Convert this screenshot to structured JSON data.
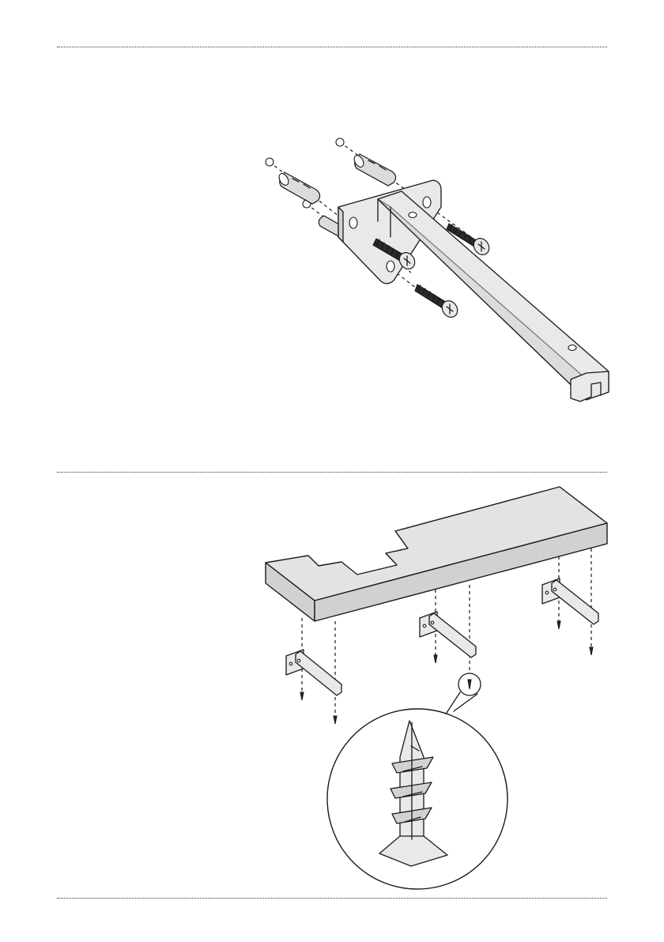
{
  "figure": {
    "step_one": {
      "parts": [
        "wall-plug",
        "wall-plug",
        "wall-plug",
        "screw",
        "screw",
        "screw",
        "shelf-bracket"
      ]
    },
    "step_two": {
      "parts": [
        "shelf-board",
        "shelf-bracket",
        "shelf-bracket",
        "shelf-bracket",
        "screw-detail-magnifier"
      ]
    }
  },
  "colors": {
    "ink": "#1a1a1a",
    "metal": "#e9e9e9",
    "wood_top": "#e3e3e3",
    "wood_side": "#d1d1d1"
  }
}
